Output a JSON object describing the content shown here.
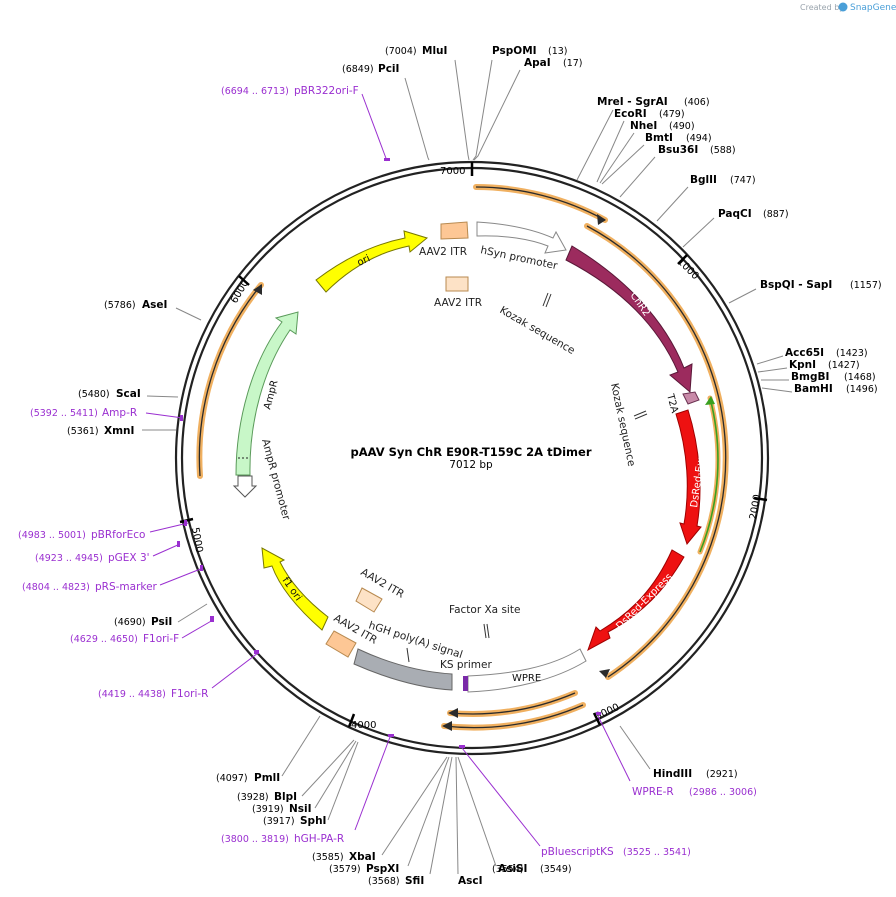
{
  "credit": {
    "created_by": "Created by",
    "brand": "SnapGene"
  },
  "plasmid": {
    "name": "pAAV Syn ChR E90R-T159C 2A tDimer",
    "length": "7012 bp"
  },
  "ticks": [
    "1000",
    "2000",
    "3000",
    "4000",
    "5000",
    "6000",
    "7000"
  ],
  "enzymes": [
    {
      "name": "MluI",
      "pos": "(7004)"
    },
    {
      "name": "PspOMI",
      "pos": "(13)"
    },
    {
      "name": "ApaI",
      "pos": "(17)"
    },
    {
      "name": "PciI",
      "pos": "(6849)"
    },
    {
      "name": "MreI  - SgrAI",
      "pos": "(406)"
    },
    {
      "name": "EcoRI",
      "pos": "(479)"
    },
    {
      "name": "NheI",
      "pos": "(490)"
    },
    {
      "name": "BmtI",
      "pos": "(494)"
    },
    {
      "name": "Bsu36I",
      "pos": "(588)"
    },
    {
      "name": "BglII",
      "pos": "(747)"
    },
    {
      "name": "PaqCI",
      "pos": "(887)"
    },
    {
      "name": "BspQI   - SapI",
      "pos": "(1157)"
    },
    {
      "name": "Acc65I",
      "pos": "(1423)"
    },
    {
      "name": "KpnI",
      "pos": "(1427)"
    },
    {
      "name": "BmgBI",
      "pos": "(1468)"
    },
    {
      "name": "BamHI",
      "pos": "(1496)"
    },
    {
      "name": "AseI",
      "pos": "(5786)"
    },
    {
      "name": "ScaI",
      "pos": "(5480)"
    },
    {
      "name": "XmnI",
      "pos": "(5361)"
    },
    {
      "name": "PsiI",
      "pos": "(4690)"
    },
    {
      "name": "HindIII",
      "pos": "(2921)"
    },
    {
      "name": "PmlI",
      "pos": "(4097)"
    },
    {
      "name": "BlpI",
      "pos": "(3928)"
    },
    {
      "name": "NsiI",
      "pos": "(3919)"
    },
    {
      "name": "SphI",
      "pos": "(3917)"
    },
    {
      "name": "XbaI",
      "pos": "(3585)"
    },
    {
      "name": "PspXI",
      "pos": "(3579)"
    },
    {
      "name": "SfiI",
      "pos": "(3568)"
    },
    {
      "name": "AscI",
      "pos": "(3554)"
    },
    {
      "name": "AsiSI",
      "pos": "(3549)"
    }
  ],
  "primers": [
    {
      "name": "pBR322ori-F",
      "pos": "(6694 .. 6713)"
    },
    {
      "name": "Amp-R",
      "pos": "(5392 .. 5411)"
    },
    {
      "name": "pBRforEco",
      "pos": "(4983 .. 5001)"
    },
    {
      "name": "pGEX 3'",
      "pos": "(4923 .. 4945)"
    },
    {
      "name": "pRS-marker",
      "pos": "(4804 .. 4823)"
    },
    {
      "name": "F1ori-F",
      "pos": "(4629 .. 4650)"
    },
    {
      "name": "F1ori-R",
      "pos": "(4419 .. 4438)"
    },
    {
      "name": "WPRE-R",
      "pos": "(2986 .. 3006)"
    },
    {
      "name": "hGH-PA-R",
      "pos": "(3800 .. 3819)"
    },
    {
      "name": "pBluescriptKS",
      "pos": "(3525 .. 3541)"
    }
  ],
  "features": {
    "aav2_itr_top": "AAV2 ITR",
    "hsyn": "hSyn promoter",
    "aav2_itr_mid": "AAV2 ITR",
    "kozak_1": "Kozak sequence",
    "chr2": "ChR2",
    "t2a": "T2A",
    "kozak_2": "Kozak sequence",
    "dsred_1": "DsRed-Express",
    "dsred_2": "DsRed-Express",
    "factor_xa": "Factor Xa site",
    "wpre": "WPRE",
    "ks_primer": "KS primer",
    "hgh": "hGH poly(A) signal",
    "aav2_itr_low1": "AAV2 ITR",
    "aav2_itr_low2": "AAV2 ITR",
    "f1ori": "f1 ori",
    "ori": "ori",
    "ampr": "AmpR",
    "ampr_promoter": "AmpR promoter"
  },
  "colors": {
    "backbone": "#222222",
    "orf_highlight": "#f0b060",
    "chr2": "#9c2b5e",
    "dsred": "#ee1111",
    "ori": "#ffff00",
    "ampr": "#c8f7c8",
    "itr": "#fdc795",
    "hsyn": "#ffffff",
    "hgh": "#a9adb3",
    "primer": "#9a2fd0",
    "green_orf": "#3aa020"
  }
}
